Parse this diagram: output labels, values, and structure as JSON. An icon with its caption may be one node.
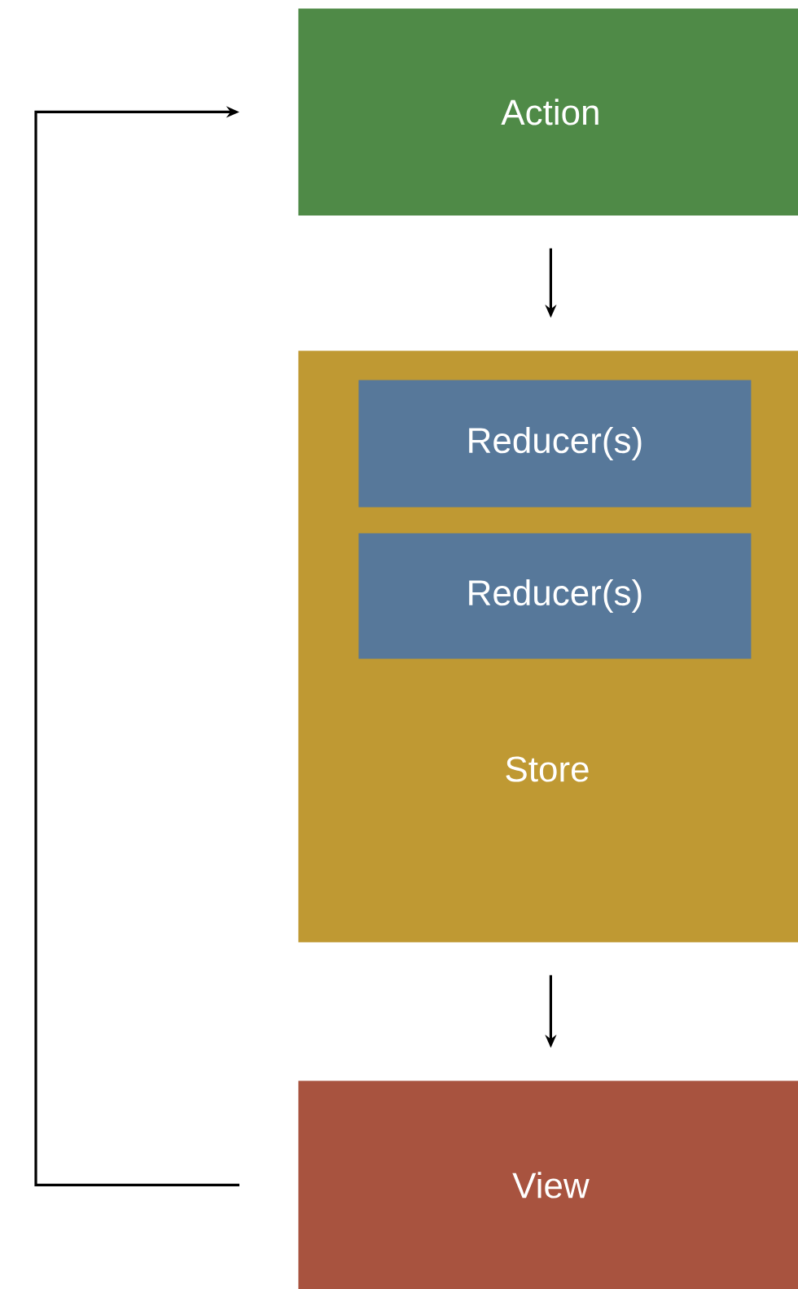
{
  "diagram": {
    "nodes": [
      {
        "text": [
          "Action"
        ]
      },
      {
        "text": [
          "Store"
        ]
      },
      {
        "text": [
          "Reducer(s)"
        ],
        "in": 1
      },
      {
        "text": [
          "Reducer(s)"
        ],
        "in": 1
      },
      {
        "text": [
          "View"
        ]
      }
    ],
    "edges": [
      {
        "from": 0,
        "to": 1,
        "arrow": "to"
      },
      {
        "from": 1,
        "to": 4,
        "arrow": "to"
      },
      {
        "from": 4,
        "to": 0,
        "arrow": "to"
      }
    ]
  }
}
